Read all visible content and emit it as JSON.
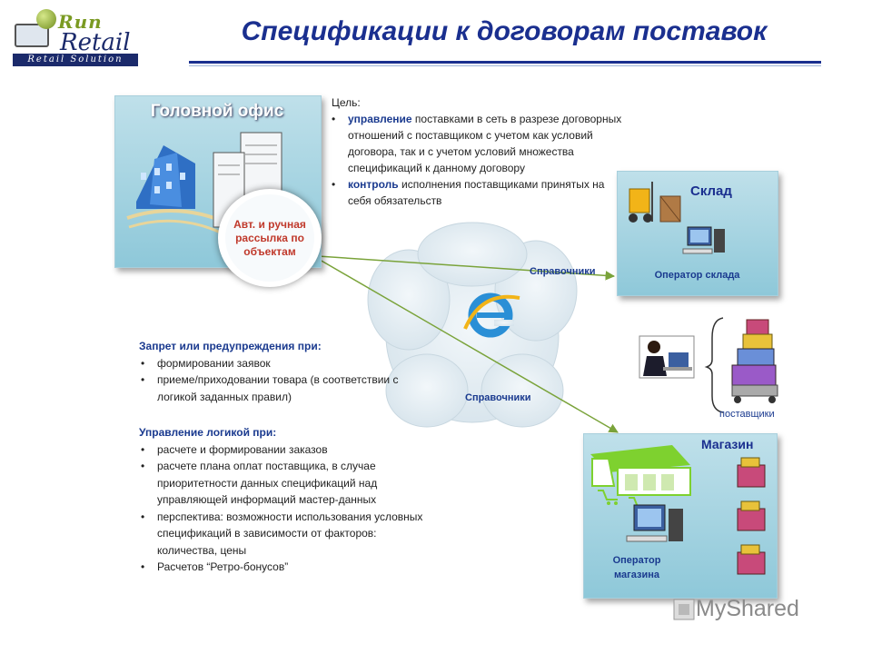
{
  "logo": {
    "run": "Run",
    "retail": "Retail",
    "tagline": "Retail Solution"
  },
  "title": "Спецификации к договорам поставок",
  "hq": {
    "title": "Головной офис",
    "circle_text": "Авт. и ручная рассылка по объектам"
  },
  "goal": {
    "heading": "Цель:",
    "item1_bold": "управление",
    "item1_text": " поставками в сеть в разрезе договорных отношений с поставщиком с учетом как условий договора, так и с учетом условий множества спецификаций к данному договору",
    "item2_bold": "контроль",
    "item2_text": " исполнения поставщиками принятых на себя обязательств"
  },
  "warehouse": {
    "title": "Склад",
    "operator": "Оператор склада"
  },
  "store": {
    "title": "Магазин",
    "operator": "Оператор магазина"
  },
  "references": {
    "label_top": "Справочники",
    "label_bottom": "Справочники"
  },
  "suppliers": "поставщики",
  "restrictions": {
    "heading": "Запрет или предупреждения при:",
    "items": [
      "формировании заявок",
      "приеме/приходовании товара (в соответствии с логикой заданных правил)"
    ]
  },
  "logic": {
    "heading": "Управление логикой при:",
    "items": [
      "расчете и формировании заказов",
      "расчете плана оплат поставщика, в случае приоритетности данных спецификаций над управляющей информаций мастер-данных",
      "перспектива: возможности использования условных спецификаций в зависимости от факторов: количества, цены",
      "Расчетов “Ретро-бонусов”"
    ]
  },
  "watermark": "MyShared",
  "colors": {
    "title": "#1a2f8f",
    "panel": "#a6d4e2",
    "accent_red": "#c0392b",
    "arrow_green": "#7aa33a"
  }
}
